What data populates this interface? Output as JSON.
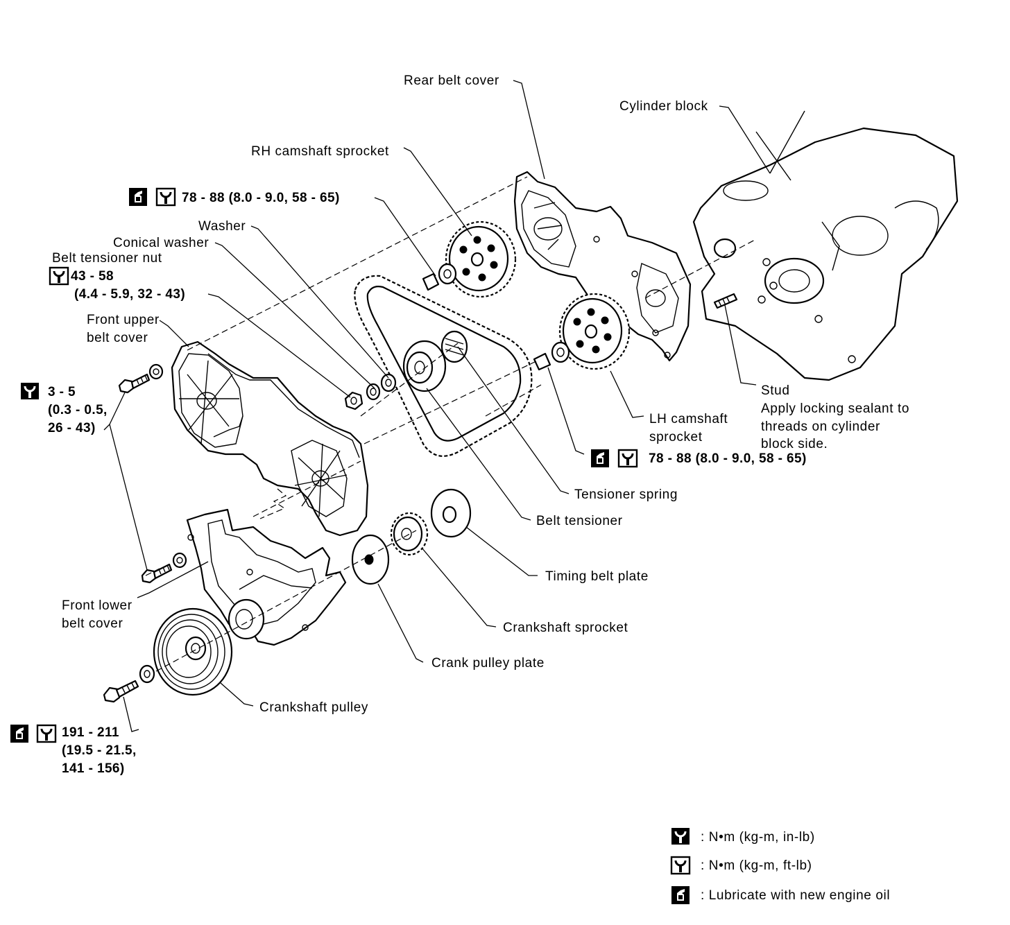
{
  "labels": {
    "rear_belt_cover": "Rear belt cover",
    "cylinder_block": "Cylinder block",
    "rh_camshaft_sprocket": "RH camshaft sprocket",
    "washer": "Washer",
    "conical_washer": "Conical washer",
    "belt_tensioner_nut": "Belt tensioner nut",
    "front_upper_belt_cover_1": "Front upper",
    "front_upper_belt_cover_2": "belt cover",
    "stud": "Stud",
    "stud_note_1": "Apply locking sealant to",
    "stud_note_2": "threads on cylinder",
    "stud_note_3": "block side.",
    "lh_camshaft_sprocket_1": "LH camshaft",
    "lh_camshaft_sprocket_2": "sprocket",
    "tensioner_spring": "Tensioner spring",
    "belt_tensioner": "Belt tensioner",
    "timing_belt_plate": "Timing belt plate",
    "front_lower_belt_cover_1": "Front lower",
    "front_lower_belt_cover_2": "belt cover",
    "crankshaft_sprocket": "Crankshaft sprocket",
    "crank_pulley_plate": "Crank pulley plate",
    "crankshaft_pulley": "Crankshaft pulley"
  },
  "torques": {
    "rh_cam_bolt": "78 - 88 (8.0 - 9.0, 58 - 65)",
    "lh_cam_bolt": "78 - 88 (8.0 - 9.0, 58 - 65)",
    "tensioner_nut_1": "43 - 58",
    "tensioner_nut_2": "(4.4 - 5.9, 32 - 43)",
    "cover_bolt_1": "3 - 5",
    "cover_bolt_2": "(0.3 - 0.5,",
    "cover_bolt_3": "26 - 43)",
    "crank_bolt_1": "191 - 211",
    "crank_bolt_2": "(19.5 - 21.5,",
    "crank_bolt_3": "141 - 156)"
  },
  "legend": [
    {
      "icon": "torque-in-lb-icon",
      "text": ": N•m (kg-m, in-lb)"
    },
    {
      "icon": "torque-ft-lb-icon",
      "text": ": N•m (kg-m, ft-lb)"
    },
    {
      "icon": "oil-can-icon",
      "text": ": Lubricate with new engine oil"
    }
  ]
}
